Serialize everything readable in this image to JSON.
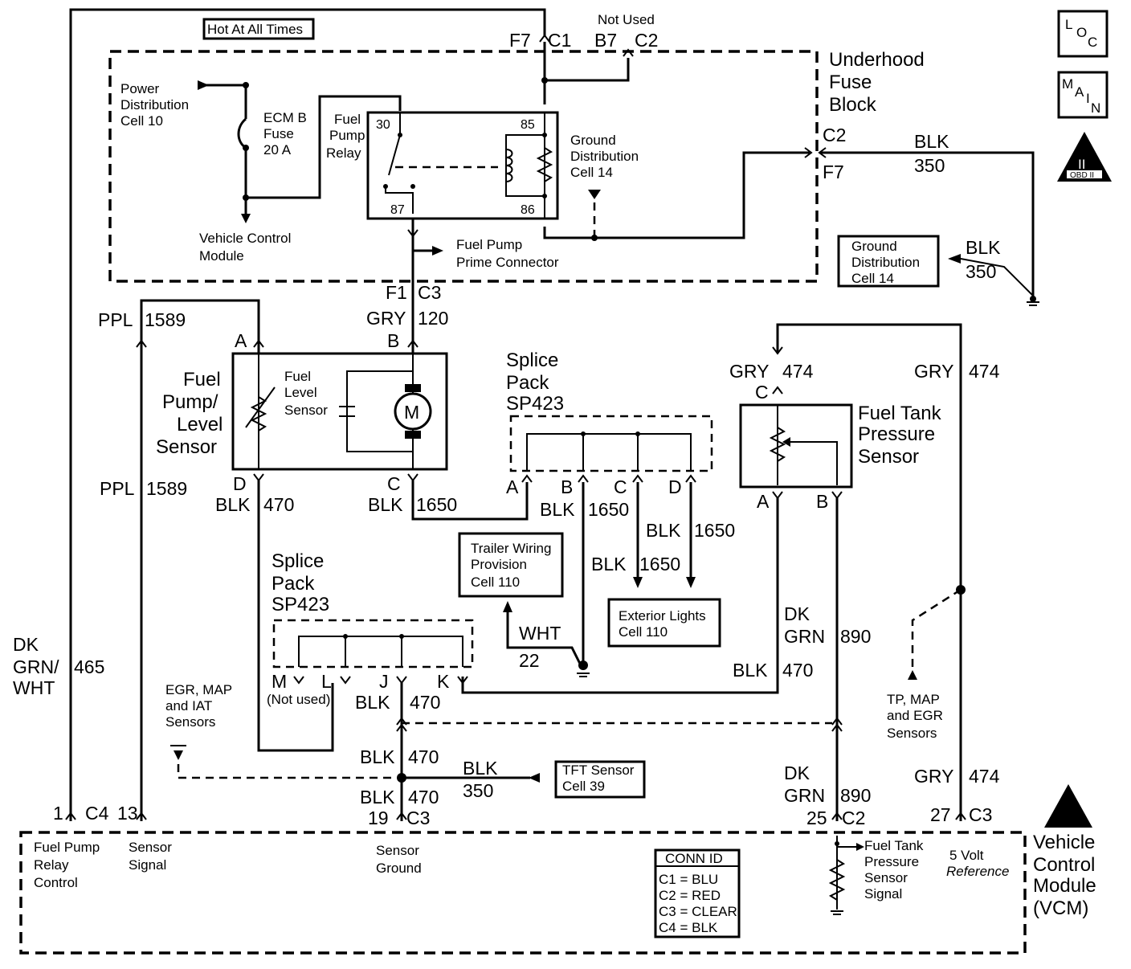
{
  "labels": {
    "hot_at_all_times": "Hot At All Times",
    "not_used_top": "Not Used",
    "f7_top": "F7",
    "c1_top": "C1",
    "b7_top": "B7",
    "c2_top": "C2",
    "underhood_1": "Underhood",
    "underhood_2": "Fuse",
    "underhood_3": "Block",
    "pdc_1": "Power",
    "pdc_2": "Distribution",
    "pdc_3": "Cell 10",
    "ecm_1": "ECM B",
    "ecm_2": "Fuse",
    "ecm_3": "20 A",
    "relay_1": "Fuel",
    "relay_2": "Pump",
    "relay_3": "Relay",
    "pin_30": "30",
    "pin_85": "85",
    "pin_87": "87",
    "pin_86": "86",
    "gnd14_1": "Ground",
    "gnd14_2": "Distribution",
    "gnd14_3": "Cell 14",
    "vcm_mod_1": "Vehicle Control",
    "vcm_mod_2": "Module",
    "prime_1": "Fuel Pump",
    "prime_2": "Prime  Connector",
    "c2_right": "C2",
    "f7_right": "F7",
    "blk_350_a": "BLK",
    "n350_a": "350",
    "gndbox_1": "Ground",
    "gndbox_2": "Distribution",
    "gndbox_3": "Cell 14",
    "blk_350_b": "BLK",
    "n350_b": "350",
    "f1": "F1",
    "c3_mid": "C3",
    "gry_120": "GRY",
    "n120": "120",
    "ppl_top": "PPL",
    "n1589_top": "1589",
    "pin_a_pump": "A",
    "pin_b_pump": "B",
    "fpl_1": "Fuel",
    "fpl_2": "Pump/",
    "fpl_3": "Level",
    "fpl_4": "Sensor",
    "fls_1": "Fuel",
    "fls_2": "Level",
    "fls_3": "Sensor",
    "motor": "M",
    "ppl_mid": "PPL",
    "n1589_mid": "1589",
    "pin_d": "D",
    "blk_470_d": "BLK",
    "n470_d": "470",
    "pin_c": "C",
    "blk_1650_c": "BLK",
    "n1650_c": "1650",
    "sp1_1": "Splice",
    "sp1_2": "Pack",
    "sp1_3": "SP423",
    "sp1_a": "A",
    "sp1_b": "B",
    "sp1_c": "C",
    "sp1_d": "D",
    "blk_1650_b": "BLK",
    "n1650_b": "1650",
    "blk_1650_d": "BLK",
    "n1650_d": "1650",
    "blk_1650_c2": "BLK",
    "n1650_c2": "1650",
    "tw_1": "Trailer Wiring",
    "tw_2": "Provision",
    "tw_3": "Cell 110",
    "el_1": "Exterior Lights",
    "el_2": "Cell 110",
    "wht": "WHT",
    "n22": "22",
    "gry_474_c": "GRY",
    "n474_c": "474",
    "pin_c_ftps": "C",
    "gry_474_r": "GRY",
    "n474_r": "474",
    "ftps_1": "Fuel Tank",
    "ftps_2": "Pressure",
    "ftps_3": "Sensor",
    "ftps_a": "A",
    "ftps_b": "B",
    "sp2_1": "Splice",
    "sp2_2": "Pack",
    "sp2_3": "SP423",
    "sp2_m": "M",
    "sp2_l": "L",
    "sp2_j": "J",
    "sp2_k": "K",
    "sp2_notused": "(Not used)",
    "blk_470_j": "BLK",
    "n470_j": "470",
    "dk_890_1": "DK",
    "grn_890_1": "GRN",
    "n890_1": "890",
    "blk_470_k": "BLK",
    "n470_k": "470",
    "egr_1": "EGR, MAP",
    "egr_2": "and IAT",
    "egr_3": "Sensors",
    "tp_1": "TP, MAP",
    "tp_2": "and EGR",
    "tp_3": "Sensors",
    "dk_465": "DK",
    "grn_465": "GRN/",
    "wht_465": "WHT",
    "n465": "465",
    "blk_470_m": "BLK",
    "n470_m": "470",
    "blk_350_t": "BLK",
    "n350_t": "350",
    "tft_1": "TFT Sensor",
    "tft_2": "Cell 39",
    "blk_470_b": "BLK",
    "n470_b": "470",
    "dk_890_2": "DK",
    "grn_890_2": "GRN",
    "n890_2": "890",
    "gry_474_b": "GRY",
    "n474_b": "474",
    "pin_1": "1",
    "c4": "C4",
    "pin_13": "13",
    "pin_19": "19",
    "c3_b": "C3",
    "pin_25": "25",
    "c2_b": "C2",
    "pin_27": "27",
    "c3_b2": "C3",
    "v_fprc_1": "Fuel Pump",
    "v_fprc_2": "Relay",
    "v_fprc_3": "Control",
    "v_ss_1": "Sensor",
    "v_ss_2": "Signal",
    "v_sg_1": "Sensor",
    "v_sg_2": "Ground",
    "v_ftp_1": "Fuel Tank",
    "v_ftp_2": "Pressure",
    "v_ftp_3": "Sensor",
    "v_ftp_4": "Signal",
    "v_5v_1": "5 Volt",
    "v_5v_2": "Reference",
    "vcm_1": "Vehicle",
    "vcm_2": "Control",
    "vcm_3": "Module",
    "vcm_4": "(VCM)",
    "conn_title": "CONN ID",
    "conn_1": "C1 = BLU",
    "conn_2": "C2 = RED",
    "conn_3": "C3 = CLEAR",
    "conn_4": "C4 = BLK",
    "loc_l": "L",
    "loc_o": "O",
    "loc_c": "C",
    "main_m": "M",
    "main_a": "A",
    "main_i": "I",
    "main_n": "N",
    "obd_big": "II",
    "obd_small": "OBD II"
  }
}
